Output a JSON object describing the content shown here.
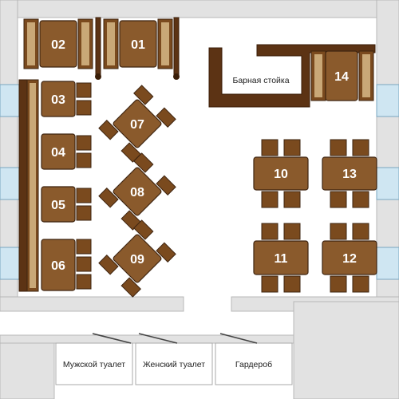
{
  "tables": [
    {
      "id": "table-02",
      "label": "02"
    },
    {
      "id": "table-01",
      "label": "01"
    },
    {
      "id": "table-03",
      "label": "03"
    },
    {
      "id": "table-04",
      "label": "04"
    },
    {
      "id": "table-05",
      "label": "05"
    },
    {
      "id": "table-06",
      "label": "06"
    },
    {
      "id": "table-07",
      "label": "07"
    },
    {
      "id": "table-08",
      "label": "08"
    },
    {
      "id": "table-09",
      "label": "09"
    },
    {
      "id": "table-10",
      "label": "10"
    },
    {
      "id": "table-11",
      "label": "11"
    },
    {
      "id": "table-12",
      "label": "12"
    },
    {
      "id": "table-13",
      "label": "13"
    },
    {
      "id": "table-14",
      "label": "14"
    }
  ],
  "bar": {
    "label": "Барная стойка"
  },
  "rooms": {
    "mens_toilet": "Мужской туалет",
    "womens_toilet": "Женский туалет",
    "cloakroom": "Гардероб"
  },
  "colors": {
    "wood": "#8a5a2c",
    "wood_dark": "#5c3314",
    "wall": "#e2e2e2",
    "window": "#cfe6f2"
  }
}
